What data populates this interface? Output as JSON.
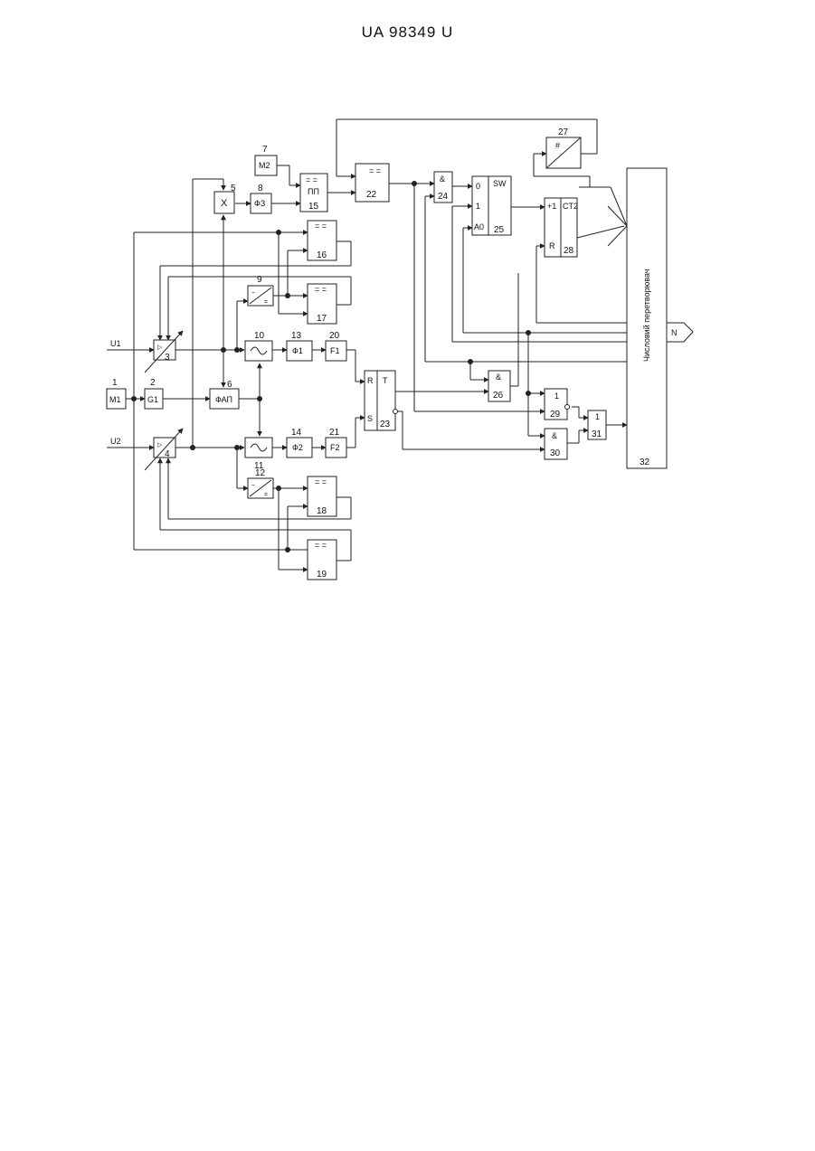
{
  "header": {
    "doc_id": "UA   98349   U"
  },
  "inputs": {
    "u1": "U1",
    "u2": "U2"
  },
  "output": {
    "n": "N"
  },
  "blocks": {
    "b1": {
      "num": "1",
      "label": "M1"
    },
    "b2": {
      "num": "2",
      "label": "G1"
    },
    "b3": {
      "num": "3"
    },
    "b4": {
      "num": "4"
    },
    "b5": {
      "num": "5",
      "label": "X"
    },
    "b6": {
      "num": "6",
      "label": "ФАП"
    },
    "b7": {
      "num": "7",
      "label": "M2"
    },
    "b8": {
      "num": "8",
      "label": "ФЗ"
    },
    "b9": {
      "num": "9"
    },
    "b10": {
      "num": "10"
    },
    "b11": {
      "num": "11"
    },
    "b12": {
      "num": "12"
    },
    "b13": {
      "num": "13",
      "label": "Ф1"
    },
    "b14": {
      "num": "14",
      "label": "Ф2"
    },
    "b15": {
      "num": "15",
      "label": "ПП",
      "top": "= ="
    },
    "b16": {
      "num": "16",
      "top": "= ="
    },
    "b17": {
      "num": "17",
      "top": "= ="
    },
    "b18": {
      "num": "18",
      "top": "= ="
    },
    "b19": {
      "num": "19",
      "top": "= ="
    },
    "b20": {
      "num": "20",
      "label": "F1"
    },
    "b21": {
      "num": "21",
      "label": "F2"
    },
    "b22": {
      "num": "22",
      "top": "= ="
    },
    "b23": {
      "num": "23",
      "r": "R",
      "s": "S",
      "t": "T"
    },
    "b24": {
      "num": "24",
      "label": "&"
    },
    "b25": {
      "num": "25",
      "sw": "SW",
      "in0": "0",
      "in1": "1",
      "a0": "A0"
    },
    "b26": {
      "num": "26",
      "label": "&"
    },
    "b27": {
      "num": "27",
      "label": "#"
    },
    "b28": {
      "num": "28",
      "ct": "CT2",
      "plus": "+1",
      "r": "R"
    },
    "b29": {
      "num": "29",
      "label": "1"
    },
    "b30": {
      "num": "30",
      "label": "&"
    },
    "b31": {
      "num": "31",
      "label": "1"
    },
    "b32": {
      "num": "32",
      "label": "Числовий перетворювач"
    }
  }
}
